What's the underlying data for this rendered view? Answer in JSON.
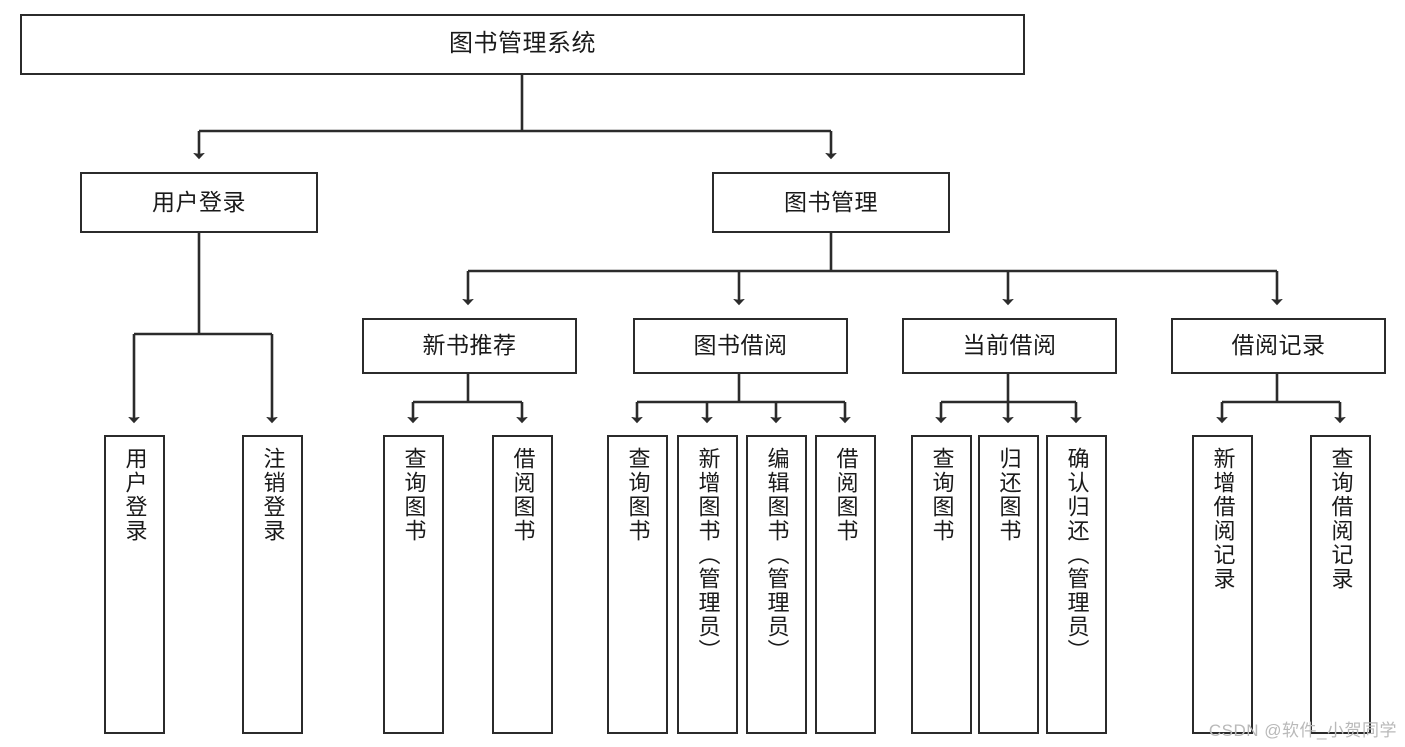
{
  "diagram": {
    "title": "图书管理系统",
    "type": "functional-structure-tree",
    "watermark": "CSDN @软件_小贺同学",
    "colors": {
      "node_border": "#2b2b2b",
      "node_fill": "#ffffff",
      "edge": "#2b2b2b",
      "text": "#1a1a1a",
      "watermark": "#b9b9b9",
      "background": "#ffffff"
    },
    "levels": {
      "root": {
        "label": "图书管理系统"
      },
      "level2": [
        {
          "label": "用户登录"
        },
        {
          "label": "图书管理"
        }
      ],
      "level3": [
        {
          "label": "新书推荐"
        },
        {
          "label": "图书借阅"
        },
        {
          "label": "当前借阅"
        },
        {
          "label": "借阅记录"
        }
      ],
      "leaves": {
        "user_login": [
          {
            "label": "用户登录"
          },
          {
            "label": "注销登录"
          }
        ],
        "new_book_recommend": [
          {
            "label": "查询图书"
          },
          {
            "label": "借阅图书"
          }
        ],
        "book_borrow": [
          {
            "label": "查询图书"
          },
          {
            "label": "新增图书（管理员）"
          },
          {
            "label": "编辑图书（管理员）"
          },
          {
            "label": "借阅图书"
          }
        ],
        "current_borrow": [
          {
            "label": "查询图书"
          },
          {
            "label": "归还图书"
          },
          {
            "label": "确认归还（管理员）"
          }
        ],
        "borrow_record": [
          {
            "label": "新增借阅记录"
          },
          {
            "label": "查询借阅记录"
          }
        ]
      }
    }
  }
}
